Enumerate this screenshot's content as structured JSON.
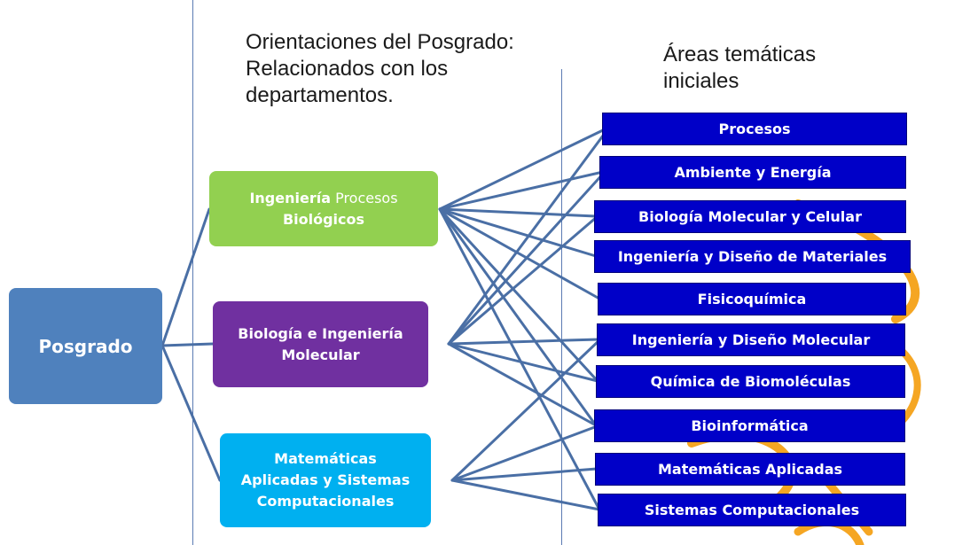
{
  "headings": {
    "orientaciones": [
      "Orientaciones del Posgrado:",
      "Relacionados con los",
      "departamentos."
    ],
    "areas": [
      "Áreas temáticas",
      "iniciales"
    ]
  },
  "root": {
    "label": "Posgrado",
    "color": "#4f81bd"
  },
  "orientations": [
    {
      "id": "procesos-biologicos",
      "bold_a": "Ingeniería",
      "light": " Procesos",
      "bold_b": "Biológicos",
      "color": "#92d050"
    },
    {
      "id": "biologia-ing-molecular",
      "line1": "Biología e Ingeniería",
      "line2": "Molecular",
      "color": "#7030a0"
    },
    {
      "id": "matematicas-sistemas",
      "line1": "Matemáticas",
      "line2": "Aplicadas y Sistemas",
      "line3": "Computacionales",
      "color": "#00b0f0"
    }
  ],
  "areas": [
    "Procesos",
    "Ambiente y Energía",
    "Biología Molecular y Celular",
    "Ingeniería y Diseño de Materiales",
    "Fisicoquímica",
    "Ingeniería y Diseño Molecular",
    "Química de Biomoléculas",
    "Bioinformática",
    "Matemáticas Aplicadas",
    "Sistemas Computacionales"
  ],
  "colors": {
    "connector": "#4a6fa5",
    "area_fill": "#0000c8",
    "watermark": "#f5a623"
  }
}
